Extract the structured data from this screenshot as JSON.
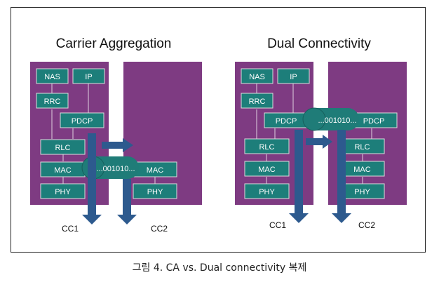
{
  "caption": "그림 4. CA vs. Dual connectivity 복제",
  "colors": {
    "panel": "#7e3b82",
    "block": "#1d7e7a",
    "block_border": "#dcdcdc",
    "arrow": "#2d5a8e",
    "pill": "#1f7c78",
    "text_light": "#ffffff",
    "title": "#111111"
  },
  "diagrams": [
    {
      "title": "Carrier Aggregation",
      "blocks": {
        "nas": "NAS",
        "ip": "IP",
        "rrc": "RRC",
        "pdcp": "PDCP",
        "rlc": "RLC",
        "mac": "MAC",
        "phy": "PHY",
        "mac2": "MAC",
        "phy2": "PHY"
      },
      "pill": "...001010...",
      "cc1": "CC1",
      "cc2": "CC2"
    },
    {
      "title": "Dual Connectivity",
      "blocks": {
        "nas": "NAS",
        "ip": "IP",
        "rrc": "RRC",
        "pdcp": "PDCP",
        "rlc": "RLC",
        "mac": "MAC",
        "phy": "PHY",
        "pdcp2": "PDCP",
        "rlc2": "RLC",
        "mac2": "MAC",
        "phy2": "PHY"
      },
      "pill": "...001010...",
      "cc1": "CC1",
      "cc2": "CC2"
    }
  ]
}
